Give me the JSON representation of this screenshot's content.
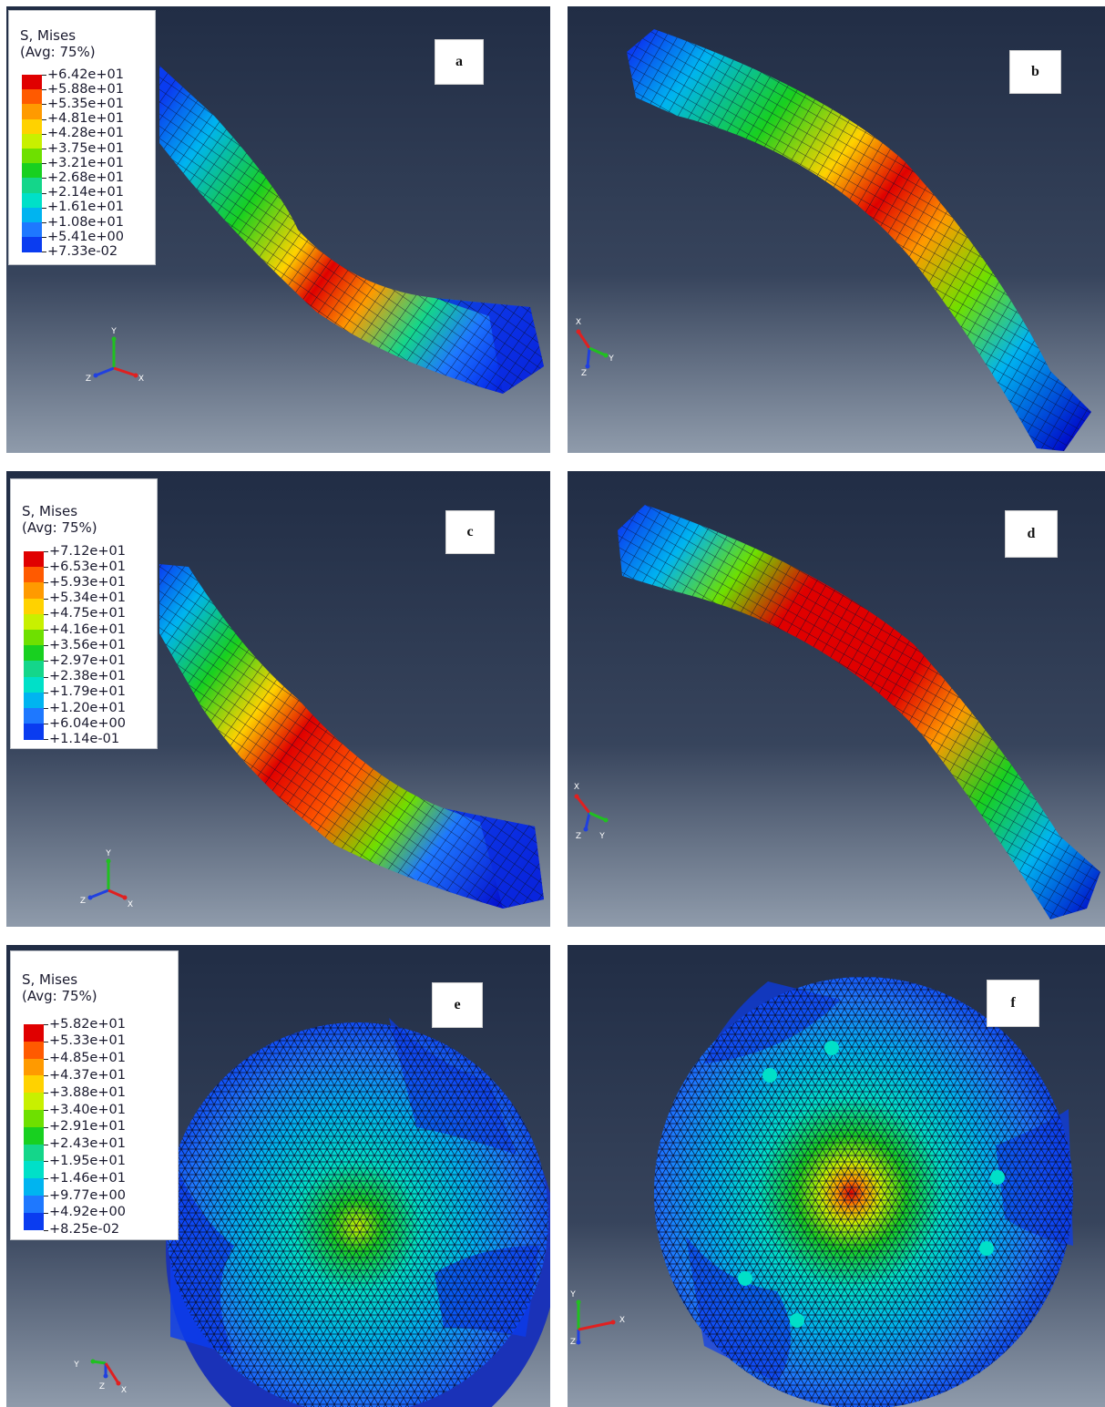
{
  "panels": [
    {
      "id": "a",
      "letter": "a",
      "legend": {
        "title_line1": "S, Mises",
        "title_line2": "(Avg: 75%)",
        "values": [
          "+6.42e+01",
          "+5.88e+01",
          "+5.35e+01",
          "+4.81e+01",
          "+4.28e+01",
          "+3.75e+01",
          "+3.21e+01",
          "+2.68e+01",
          "+2.14e+01",
          "+1.61e+01",
          "+1.08e+01",
          "+5.41e+00",
          "+7.33e-02"
        ]
      },
      "triad": {
        "labels": [
          "Y",
          "Z",
          "X"
        ]
      }
    },
    {
      "id": "b",
      "letter": "b",
      "triad": {
        "labels": [
          "X",
          "Z",
          "Y"
        ]
      }
    },
    {
      "id": "c",
      "letter": "c",
      "legend": {
        "title_line1": "S, Mises",
        "title_line2": "(Avg: 75%)",
        "values": [
          "+7.12e+01",
          "+6.53e+01",
          "+5.93e+01",
          "+5.34e+01",
          "+4.75e+01",
          "+4.16e+01",
          "+3.56e+01",
          "+2.97e+01",
          "+2.38e+01",
          "+1.79e+01",
          "+1.20e+01",
          "+6.04e+00",
          "+1.14e-01"
        ]
      },
      "triad": {
        "labels": [
          "Y",
          "Z",
          "X"
        ]
      }
    },
    {
      "id": "d",
      "letter": "d",
      "triad": {
        "labels": [
          "X",
          "Z",
          "Y"
        ]
      }
    },
    {
      "id": "e",
      "letter": "e",
      "legend": {
        "title_line1": "S, Mises",
        "title_line2": "(Avg: 75%)",
        "values": [
          "+5.82e+01",
          "+5.33e+01",
          "+4.85e+01",
          "+4.37e+01",
          "+3.88e+01",
          "+3.40e+01",
          "+2.91e+01",
          "+2.43e+01",
          "+1.95e+01",
          "+1.46e+01",
          "+9.77e+00",
          "+4.92e+00",
          "+8.25e-02"
        ]
      },
      "triad": {
        "labels": [
          "Y",
          "Z",
          "X"
        ]
      }
    },
    {
      "id": "f",
      "letter": "f",
      "triad": {
        "labels": [
          "Y",
          "Z",
          "X"
        ]
      }
    }
  ],
  "colormap": [
    "#e00000",
    "#ff5a00",
    "#ff9a00",
    "#ffd200",
    "#c8f000",
    "#6ee000",
    "#18d020",
    "#14d68a",
    "#00e0c8",
    "#00b4f0",
    "#1e78ff",
    "#0a3cf0",
    "#0000c8"
  ],
  "colors": {
    "background_top": "#212d45",
    "background_bottom": "#8f9bab",
    "mesh_line": "#0b1030"
  }
}
